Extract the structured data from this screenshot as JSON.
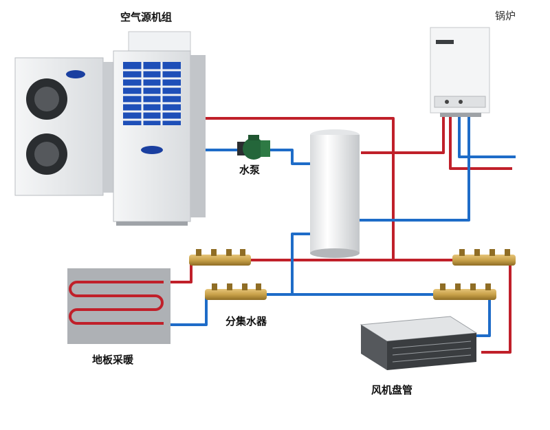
{
  "labels": {
    "air_source_unit": "空气源机组",
    "boiler": "锅炉",
    "water_pump": "水泵",
    "manifold": "分集水器",
    "floor_heating": "地板采暖",
    "fan_coil": "风机盘管"
  },
  "colors": {
    "hot_pipe": "#c0202a",
    "cold_pipe": "#1e6cc8",
    "manifold_brass": "#c9a24a",
    "unit_white": "#eef1f4",
    "floor_panel": "#aeb1b5"
  }
}
